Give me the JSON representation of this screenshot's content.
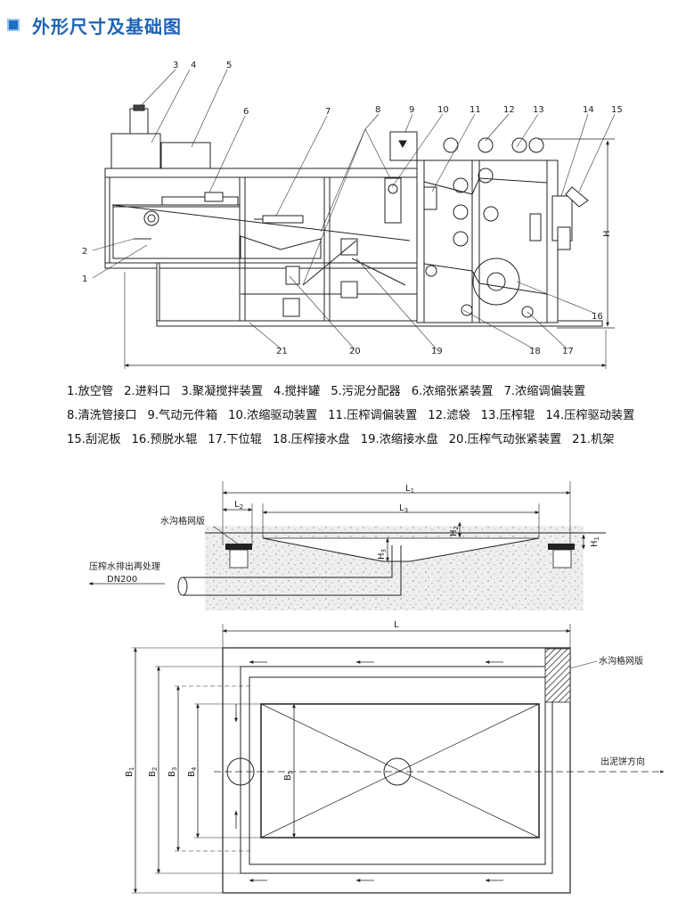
{
  "header": {
    "title": "外形尺寸及基础图"
  },
  "part_numbers": [
    "1",
    "2",
    "3",
    "4",
    "5",
    "6",
    "7",
    "8",
    "9",
    "10",
    "11",
    "12",
    "13",
    "14",
    "15",
    "16",
    "17",
    "18",
    "19",
    "20",
    "21"
  ],
  "legend": [
    [
      "1.放空管",
      "2.进料口",
      "3.聚凝搅拌装置",
      "4.搅拌罐",
      "5.污泥分配器",
      "6.浓缩张紧装置",
      "7.浓缩调偏装置"
    ],
    [
      "8.清洗管接口",
      "9.气动元件箱",
      "10.浓缩驱动装置",
      "11.压榨调偏装置",
      "12.滤袋",
      "13.压榨辊",
      "14.压榨驱动装置"
    ],
    [
      "15.刮泥板",
      "16.预脱水辊",
      "17.下位辊",
      "18.压榨接水盘",
      "19.浓缩接水盘",
      "20.压榨气动张紧装置",
      "21.机架"
    ]
  ],
  "machine_dims": {
    "height": "H"
  },
  "foundation_section": {
    "dims": {
      "L1": "L",
      "L1_sub": "1",
      "L2": "L",
      "L2_sub": "2",
      "L3": "L",
      "L3_sub": "3",
      "H1": "H",
      "H1_sub": "1",
      "H2": "H",
      "H2_sub": "2",
      "H3": "H",
      "H3_sub": "3"
    },
    "grate_label": "水沟格网版",
    "drain_label": "压榨水排出再处理",
    "drain_size": "DN200"
  },
  "foundation_plan": {
    "dims": {
      "L": "L",
      "B1": "B",
      "B1_sub": "1",
      "B2": "B",
      "B2_sub": "2",
      "B3": "B",
      "B3_sub": "3",
      "B4": "B",
      "B4_sub": "4",
      "B5": "B",
      "B5_sub": "5"
    },
    "grate_label": "水沟格网版",
    "direction_label": "出泥饼方向"
  }
}
